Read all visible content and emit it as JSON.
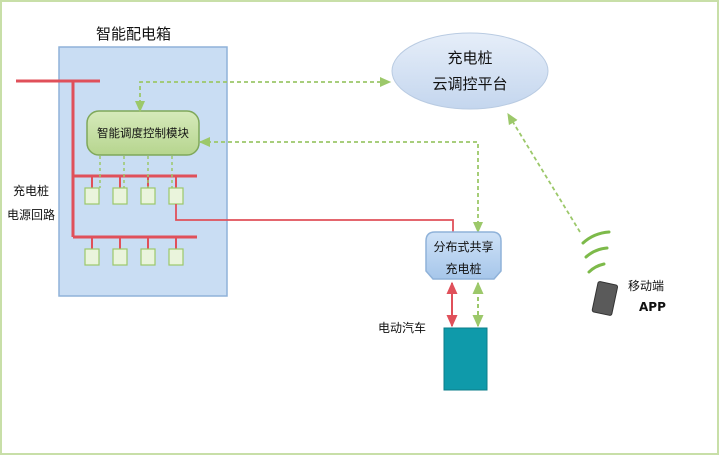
{
  "colors": {
    "frame_border": "#c8dfa8",
    "box_fill": "#c9ddf3",
    "box_border": "#8fb2d9",
    "module_fill": "#c6e0a4",
    "module_border": "#7fa85a",
    "power_line": "#e0505a",
    "signal_line": "#9cc86a",
    "cloud_fill": "#d3e1f2",
    "car_fill": "#0f9aaa",
    "phone_fill": "#5a5a5a",
    "wifi_arc": "#7dba4a"
  },
  "labels": {
    "cabinet_title": "智能配电箱",
    "control_module": "智能调度控制模块",
    "power_circuit_line1": "充电桩",
    "power_circuit_line2": "电源回路",
    "cloud_line1": "充电桩",
    "cloud_line2": "云调控平台",
    "shared_pile_line1": "分布式共享",
    "shared_pile_line2": "充电桩",
    "electric_car": "电动汽车",
    "mobile_line1": "移动端",
    "mobile_line2": "APP"
  },
  "icons": {
    "phone": "mobile-phone-icon",
    "signal": "wireless-signal-icon"
  }
}
